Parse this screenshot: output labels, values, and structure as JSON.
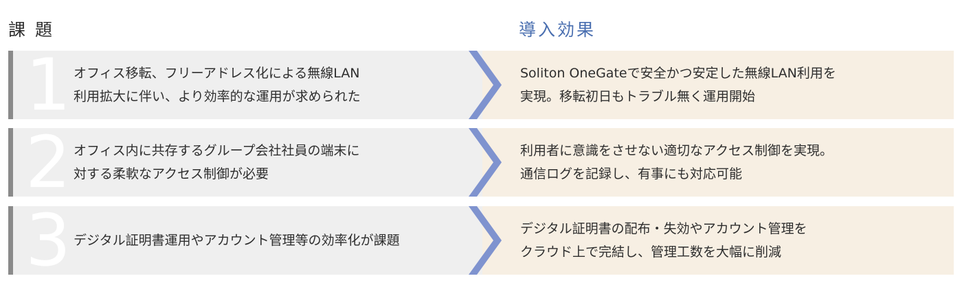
{
  "header": {
    "issues": "課題",
    "effects": "導入効果"
  },
  "rows": [
    {
      "number": "1",
      "issue_lines": [
        "オフィス移転、フリーアドレス化による無線LAN",
        "利用拡大に伴い、より効率的な運用が求められた"
      ],
      "effect_lines": [
        "Soliton OneGateで安全かつ安定した無線LAN利用を",
        "実現。移転初日もトラブル無く運用開始"
      ]
    },
    {
      "number": "2",
      "issue_lines": [
        "オフィス内に共存するグループ会社社員の端末に",
        "対する柔軟なアクセス制御が必要"
      ],
      "effect_lines": [
        "利用者に意識をさせない適切なアクセス制御を実現。",
        "通信ログを記録し、有事にも対応可能"
      ]
    },
    {
      "number": "3",
      "issue_lines": [
        "デジタル証明書運用やアカウント管理等の効率化が課題"
      ],
      "effect_lines": [
        "デジタル証明書の配布・失効やアカウント管理を",
        "クラウド上で完結し、管理工数を大幅に削減"
      ]
    }
  ],
  "colors": {
    "left_bg": "#efefef",
    "right_bg": "#f7efe3",
    "accent": "#7f93cf",
    "header_blue": "#4a6fb0"
  }
}
